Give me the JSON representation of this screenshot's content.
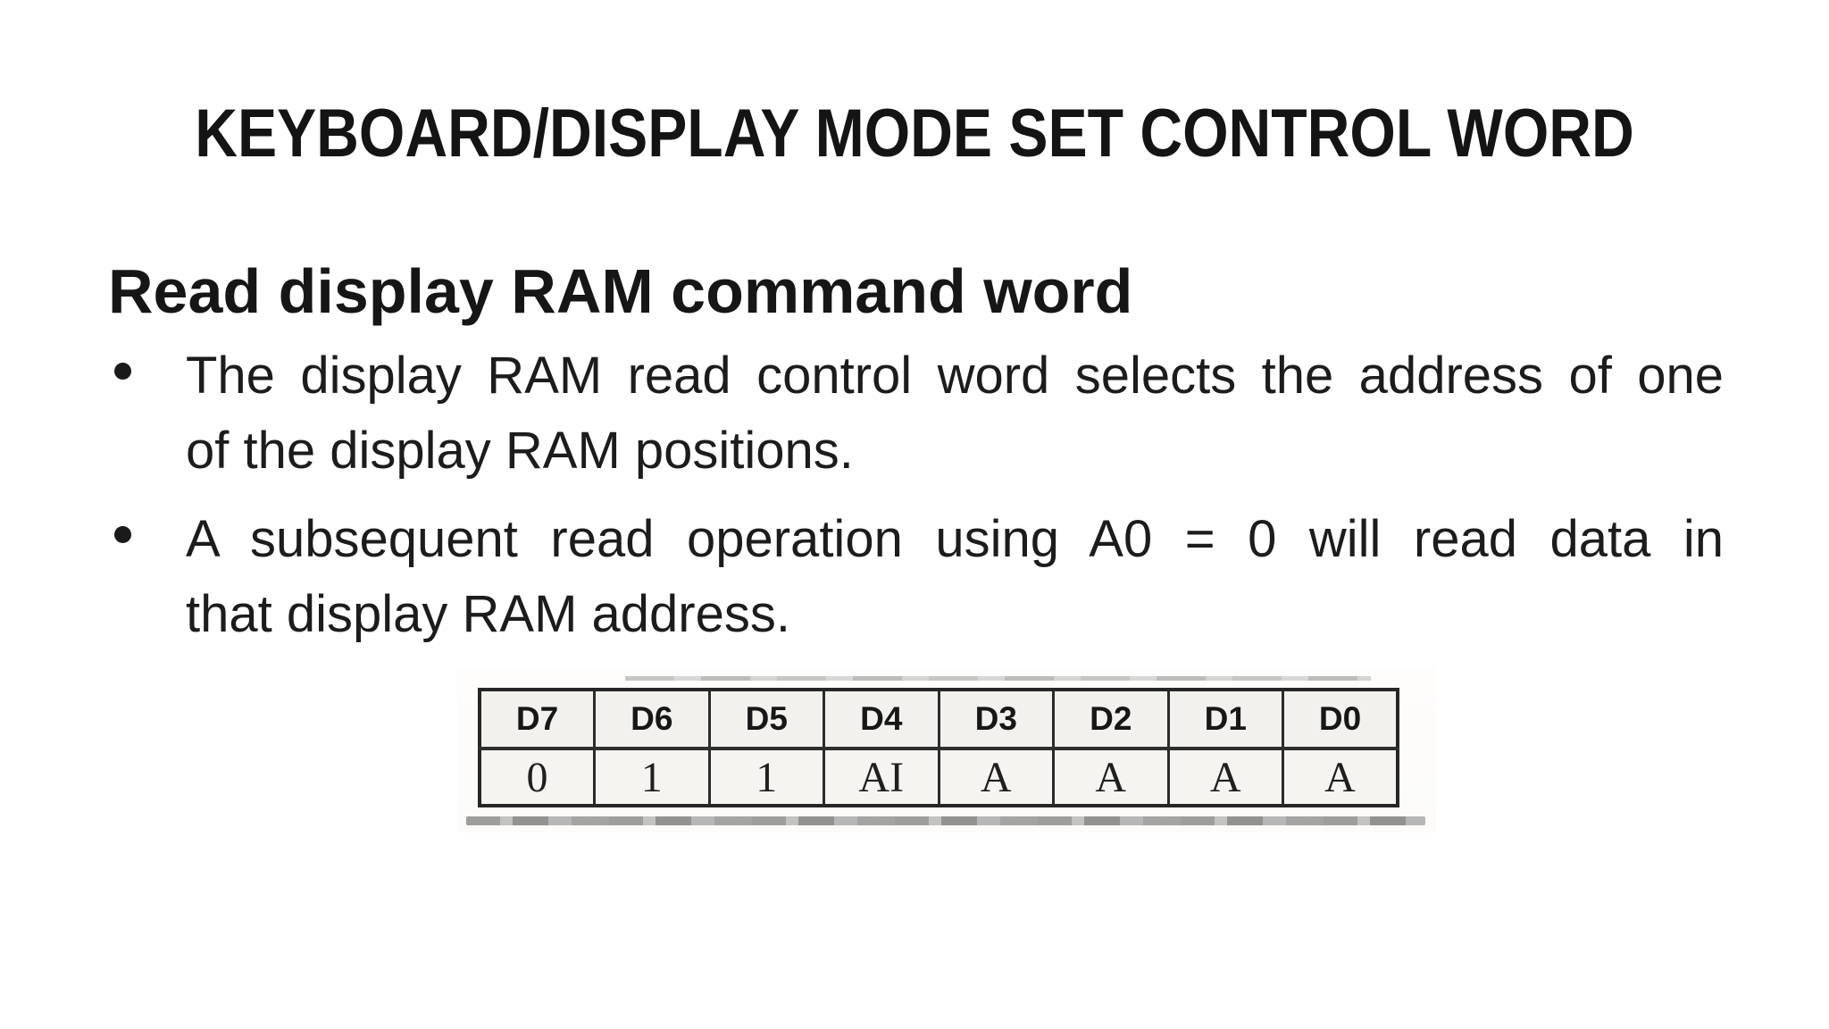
{
  "slide": {
    "title": "KEYBOARD/DISPLAY MODE SET CONTROL WORD",
    "heading": "Read display RAM command word",
    "bullets": [
      {
        "marker": "•",
        "line1": "The display RAM read control word selects the address of one",
        "line2": "of the display RAM positions."
      },
      {
        "marker": "•",
        "line1": "A subsequent read operation using A0 = 0 will read data in",
        "line2": "that display RAM address."
      }
    ]
  },
  "bit_table": {
    "type": "table",
    "columns": [
      "D7",
      "D6",
      "D5",
      "D4",
      "D3",
      "D2",
      "D1",
      "D0"
    ],
    "values": [
      "0",
      "1",
      "1",
      "AI",
      "A",
      "A",
      "A",
      "A"
    ]
  },
  "colors": {
    "background": "#ffffff",
    "text": "#1a1a1a",
    "table_border": "#2b2b2b",
    "table_cell_background": "#f5f3f0",
    "scan_artifact_gray": "#9d9d9d"
  }
}
